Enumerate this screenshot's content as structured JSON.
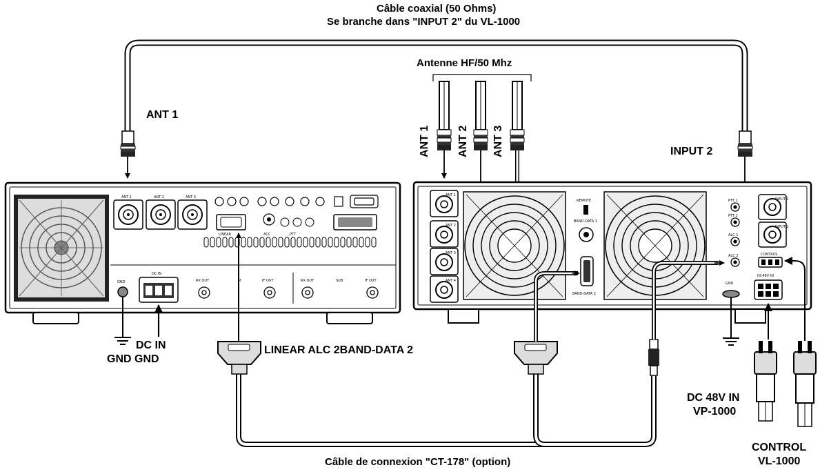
{
  "labels": {
    "top_cable_line1": "Câble coaxial (50 Ohms)",
    "top_cable_line2": "Se branche dans \"INPUT 2\" du VL-1000",
    "antenna_group": "Antenne HF/50 Mhz",
    "ant1_left": "ANT 1",
    "ant1_vertical": "ANT 1",
    "ant2_vertical": "ANT 2",
    "ant3_vertical": "ANT 3",
    "input2": "INPUT 2",
    "dc_in": "DC IN",
    "gnd_gnd": "GND GND",
    "linear_alc_band": "LINEAR ALC 2BAND-DATA 2",
    "dc48": "DC 48V IN",
    "vp1000": "VP-1000",
    "control": "CONTROL",
    "vl1000": "VL-1000",
    "bottom_cable": "Câble de connexion \"CT-178\" (option)"
  },
  "panel_labels": {
    "ant1": "ANT 1",
    "ant2": "ANT 2",
    "ant3": "ANT 3",
    "ant4": "ANT 4",
    "remote": "REMOTE",
    "band_data1": "BAND-DATA 1",
    "band_data2": "BAND-DATA 2",
    "ptt1": "PTT 1",
    "ptt2": "PTT 2",
    "alc1": "ALC 1",
    "alc2": "ALC 2",
    "input1": "INPUT 1",
    "input2": "INPUT 2",
    "control": "CONTROL",
    "dc48": "DC48V IN",
    "gnd": "GND",
    "tx_ant1": "ANT 1",
    "tx_ant2": "ANT 2",
    "tx_ant3": "ANT 3",
    "tx_dcin": "DC IN",
    "tx_gnd": "GND",
    "tx_rxout1": "RX OUT",
    "tx_main": "M",
    "tx_ifout1": "IF OUT",
    "tx_rxout2": "RX OUT",
    "tx_sub": "SUB",
    "tx_ifout2": "IF OUT",
    "tx_linear": "LINEAR",
    "tx_acc": "ACC",
    "tx_ptt": "PTT"
  }
}
